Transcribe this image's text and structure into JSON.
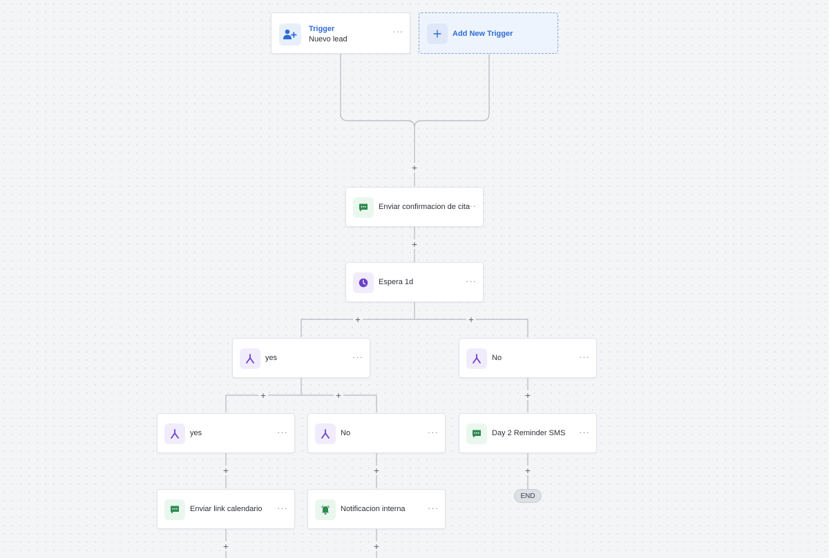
{
  "trigger": {
    "title": "Trigger",
    "subtitle": "Nuevo lead"
  },
  "add_trigger": {
    "label": "Add New Trigger"
  },
  "nodes": {
    "send_confirmation": "Enviar confirmacion de cita",
    "wait": "Espera 1d",
    "yes_1": "yes",
    "no_1": "No",
    "yes_2": "yes",
    "no_2": "No",
    "day2_sms": "Day 2 Reminder SMS",
    "send_calendar": "Enviar link calendario",
    "internal_notification": "Notificacion interna"
  },
  "ui": {
    "more": "···",
    "plus": "+",
    "end": "END"
  },
  "colors": {
    "accent_blue": "#2e6bd6",
    "sms_green": "#2f8a52",
    "branch_purple": "#6b3fc8",
    "connector": "#b4b8be"
  }
}
